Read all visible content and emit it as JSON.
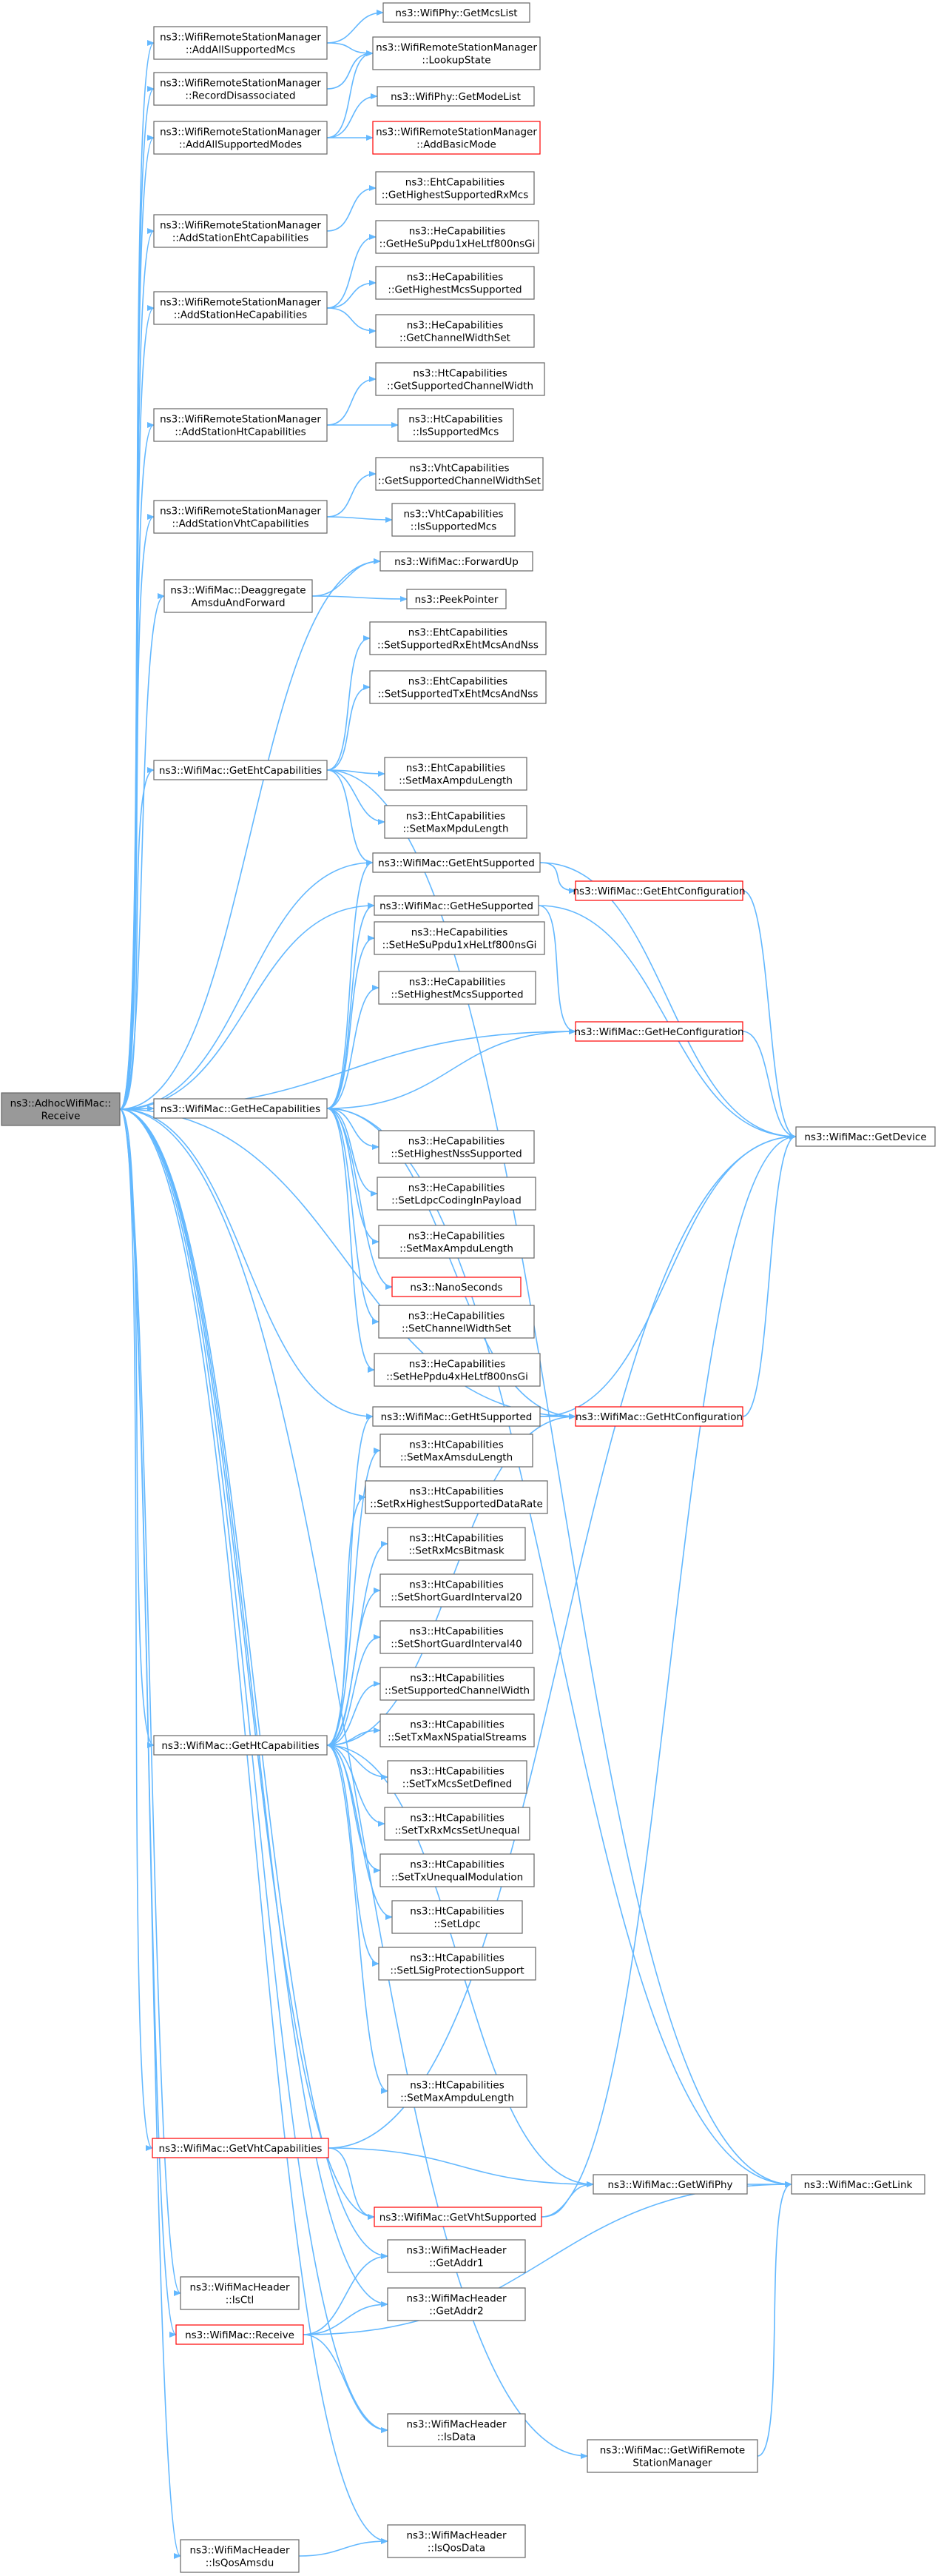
{
  "colors": {
    "edge": "#63b8ff",
    "text": "#000000",
    "text_red": "#000000",
    "border": "#666666",
    "border_red": "#ff0000",
    "root_fill": "#999999",
    "node_fill": "#ffffff"
  },
  "nodes": {
    "root": {
      "lines": [
        "ns3::AdhocWifiMac::",
        "Receive"
      ],
      "style": "root"
    },
    "n1": {
      "lines": [
        "ns3::WifiRemoteStationManager",
        "::AddAllSupportedMcs"
      ]
    },
    "n2": {
      "lines": [
        "ns3::WifiPhy::GetMcsList"
      ]
    },
    "n3": {
      "lines": [
        "ns3::WifiRemoteStationManager",
        "::LookupState"
      ]
    },
    "n4": {
      "lines": [
        "ns3::WifiRemoteStationManager",
        "::RecordDisassociated"
      ]
    },
    "n5": {
      "lines": [
        "ns3::WifiRemoteStationManager",
        "::AddAllSupportedModes"
      ]
    },
    "n6": {
      "lines": [
        "ns3::WifiPhy::GetModeList"
      ]
    },
    "n7": {
      "lines": [
        "ns3::WifiRemoteStationManager",
        "::AddBasicMode"
      ],
      "style": "red"
    },
    "n8": {
      "lines": [
        "ns3::WifiRemoteStationManager",
        "::AddStationEhtCapabilities"
      ]
    },
    "n9": {
      "lines": [
        "ns3::EhtCapabilities",
        "::GetHighestSupportedRxMcs"
      ]
    },
    "n10": {
      "lines": [
        "ns3::HeCapabilities",
        "::GetHeSuPpdu1xHeLtf800nsGi"
      ]
    },
    "n11": {
      "lines": [
        "ns3::WifiRemoteStationManager",
        "::AddStationHeCapabilities"
      ]
    },
    "n12": {
      "lines": [
        "ns3::HeCapabilities",
        "::GetHighestMcsSupported"
      ]
    },
    "n13": {
      "lines": [
        "ns3::HeCapabilities",
        "::GetChannelWidthSet"
      ]
    },
    "n14": {
      "lines": [
        "ns3::HtCapabilities",
        "::GetSupportedChannelWidth"
      ]
    },
    "n15": {
      "lines": [
        "ns3::WifiRemoteStationManager",
        "::AddStationHtCapabilities"
      ]
    },
    "n16": {
      "lines": [
        "ns3::HtCapabilities",
        "::IsSupportedMcs"
      ]
    },
    "n17": {
      "lines": [
        "ns3::VhtCapabilities",
        "::GetSupportedChannelWidthSet"
      ]
    },
    "n18": {
      "lines": [
        "ns3::WifiRemoteStationManager",
        "::AddStationVhtCapabilities"
      ]
    },
    "n19": {
      "lines": [
        "ns3::VhtCapabilities",
        "::IsSupportedMcs"
      ]
    },
    "n20": {
      "lines": [
        "ns3::WifiMac::ForwardUp"
      ]
    },
    "n21": {
      "lines": [
        "ns3::WifiMac::Deaggregate",
        "AmsduAndForward"
      ]
    },
    "n22": {
      "lines": [
        "ns3::PeekPointer"
      ]
    },
    "n23": {
      "lines": [
        "ns3::EhtCapabilities",
        "::SetSupportedRxEhtMcsAndNss"
      ]
    },
    "n24": {
      "lines": [
        "ns3::EhtCapabilities",
        "::SetSupportedTxEhtMcsAndNss"
      ]
    },
    "n25": {
      "lines": [
        "ns3::WifiMac::GetEhtCapabilities"
      ]
    },
    "n26": {
      "lines": [
        "ns3::EhtCapabilities",
        "::SetMaxAmpduLength"
      ]
    },
    "n27": {
      "lines": [
        "ns3::EhtCapabilities",
        "::SetMaxMpduLength"
      ]
    },
    "n28": {
      "lines": [
        "ns3::WifiMac::GetEhtSupported"
      ]
    },
    "n29": {
      "lines": [
        "ns3::WifiMac::GetEhtConfiguration"
      ],
      "style": "red"
    },
    "n30": {
      "lines": [
        "ns3::WifiMac::GetHeSupported"
      ]
    },
    "n31": {
      "lines": [
        "ns3::HeCapabilities",
        "::SetHeSuPpdu1xHeLtf800nsGi"
      ]
    },
    "n32": {
      "lines": [
        "ns3::HeCapabilities",
        "::SetHighestMcsSupported"
      ]
    },
    "n33": {
      "lines": [
        "ns3::WifiMac::GetHeConfiguration"
      ],
      "style": "red"
    },
    "n34": {
      "lines": [
        "ns3::WifiMac::GetHeCapabilities"
      ]
    },
    "n35": {
      "lines": [
        "ns3::WifiMac::GetDevice"
      ]
    },
    "n36": {
      "lines": [
        "ns3::HeCapabilities",
        "::SetHighestNssSupported"
      ]
    },
    "n37": {
      "lines": [
        "ns3::HeCapabilities",
        "::SetLdpcCodingInPayload"
      ]
    },
    "n38": {
      "lines": [
        "ns3::HeCapabilities",
        "::SetMaxAmpduLength"
      ]
    },
    "n39": {
      "lines": [
        "ns3::NanoSeconds"
      ],
      "style": "red"
    },
    "n40": {
      "lines": [
        "ns3::HeCapabilities",
        "::SetChannelWidthSet"
      ]
    },
    "n41": {
      "lines": [
        "ns3::HeCapabilities",
        "::SetHePpdu4xHeLtf800nsGi"
      ]
    },
    "n42": {
      "lines": [
        "ns3::WifiMac::GetHtSupported"
      ]
    },
    "n43": {
      "lines": [
        "ns3::WifiMac::GetHtConfiguration"
      ],
      "style": "red"
    },
    "n44": {
      "lines": [
        "ns3::HtCapabilities",
        "::SetMaxAmsduLength"
      ]
    },
    "n45": {
      "lines": [
        "ns3::HtCapabilities",
        "::SetRxHighestSupportedDataRate"
      ]
    },
    "n46": {
      "lines": [
        "ns3::HtCapabilities",
        "::SetRxMcsBitmask"
      ]
    },
    "n47": {
      "lines": [
        "ns3::HtCapabilities",
        "::SetShortGuardInterval20"
      ]
    },
    "n48": {
      "lines": [
        "ns3::HtCapabilities",
        "::SetShortGuardInterval40"
      ]
    },
    "n49": {
      "lines": [
        "ns3::HtCapabilities",
        "::SetSupportedChannelWidth"
      ]
    },
    "n50": {
      "lines": [
        "ns3::WifiMac::GetHtCapabilities"
      ]
    },
    "n51": {
      "lines": [
        "ns3::HtCapabilities",
        "::SetTxMaxNSpatialStreams"
      ]
    },
    "n52": {
      "lines": [
        "ns3::HtCapabilities",
        "::SetTxMcsSetDefined"
      ]
    },
    "n53": {
      "lines": [
        "ns3::HtCapabilities",
        "::SetTxRxMcsSetUnequal"
      ]
    },
    "n54": {
      "lines": [
        "ns3::HtCapabilities",
        "::SetTxUnequalModulation"
      ]
    },
    "n55": {
      "lines": [
        "ns3::HtCapabilities",
        "::SetLdpc"
      ]
    },
    "n56": {
      "lines": [
        "ns3::HtCapabilities",
        "::SetLSigProtectionSupport"
      ]
    },
    "n57": {
      "lines": [
        "ns3::HtCapabilities",
        "::SetMaxAmpduLength"
      ]
    },
    "n58": {
      "lines": [
        "ns3::WifiMac::GetVhtCapabilities"
      ],
      "style": "red"
    },
    "n59": {
      "lines": [
        "ns3::WifiMac::GetWifiPhy"
      ]
    },
    "n60": {
      "lines": [
        "ns3::WifiMac::GetLink"
      ]
    },
    "n61": {
      "lines": [
        "ns3::WifiMac::GetVhtSupported"
      ],
      "style": "red"
    },
    "n62": {
      "lines": [
        "ns3::WifiMacHeader",
        "::GetAddr1"
      ]
    },
    "n63": {
      "lines": [
        "ns3::WifiMacHeader",
        "::IsCtl"
      ]
    },
    "n64": {
      "lines": [
        "ns3::WifiMacHeader",
        "::GetAddr2"
      ]
    },
    "n65": {
      "lines": [
        "ns3::WifiMac::Receive"
      ],
      "style": "red"
    },
    "n66": {
      "lines": [
        "ns3::WifiMacHeader",
        "::IsData"
      ]
    },
    "n67": {
      "lines": [
        "ns3::WifiMac::GetWifiRemote",
        "StationManager"
      ]
    },
    "n68": {
      "lines": [
        "ns3::WifiMacHeader",
        "::IsQosData"
      ]
    },
    "n69": {
      "lines": [
        "ns3::WifiMacHeader",
        "::IsQosAmsdu"
      ]
    }
  },
  "edges": [
    [
      "root",
      "n1"
    ],
    [
      "root",
      "n4"
    ],
    [
      "root",
      "n5"
    ],
    [
      "root",
      "n8"
    ],
    [
      "root",
      "n11"
    ],
    [
      "root",
      "n15"
    ],
    [
      "root",
      "n18"
    ],
    [
      "root",
      "n20"
    ],
    [
      "root",
      "n21"
    ],
    [
      "root",
      "n25"
    ],
    [
      "root",
      "n28"
    ],
    [
      "root",
      "n30"
    ],
    [
      "root",
      "n33"
    ],
    [
      "root",
      "n34"
    ],
    [
      "root",
      "n42"
    ],
    [
      "root",
      "n43"
    ],
    [
      "root",
      "n50"
    ],
    [
      "root",
      "n58"
    ],
    [
      "root",
      "n61"
    ],
    [
      "root",
      "n62"
    ],
    [
      "root",
      "n63"
    ],
    [
      "root",
      "n64"
    ],
    [
      "root",
      "n65"
    ],
    [
      "root",
      "n66"
    ],
    [
      "root",
      "n67"
    ],
    [
      "root",
      "n68"
    ],
    [
      "root",
      "n69"
    ],
    [
      "n1",
      "n2"
    ],
    [
      "n1",
      "n3"
    ],
    [
      "n4",
      "n3"
    ],
    [
      "n5",
      "n6"
    ],
    [
      "n5",
      "n3"
    ],
    [
      "n5",
      "n7"
    ],
    [
      "n8",
      "n9"
    ],
    [
      "n11",
      "n10"
    ],
    [
      "n11",
      "n12"
    ],
    [
      "n11",
      "n13"
    ],
    [
      "n15",
      "n14"
    ],
    [
      "n15",
      "n16"
    ],
    [
      "n18",
      "n17"
    ],
    [
      "n18",
      "n19"
    ],
    [
      "n21",
      "n20"
    ],
    [
      "n21",
      "n22"
    ],
    [
      "n25",
      "n23"
    ],
    [
      "n25",
      "n24"
    ],
    [
      "n25",
      "n26"
    ],
    [
      "n25",
      "n27"
    ],
    [
      "n25",
      "n28"
    ],
    [
      "n25",
      "n60"
    ],
    [
      "n28",
      "n29"
    ],
    [
      "n28",
      "n35"
    ],
    [
      "n29",
      "n35"
    ],
    [
      "n30",
      "n33"
    ],
    [
      "n30",
      "n35"
    ],
    [
      "n33",
      "n35"
    ],
    [
      "n34",
      "n28"
    ],
    [
      "n34",
      "n30"
    ],
    [
      "n34",
      "n31"
    ],
    [
      "n34",
      "n32"
    ],
    [
      "n34",
      "n33"
    ],
    [
      "n34",
      "n36"
    ],
    [
      "n34",
      "n37"
    ],
    [
      "n34",
      "n38"
    ],
    [
      "n34",
      "n39"
    ],
    [
      "n34",
      "n40"
    ],
    [
      "n34",
      "n41"
    ],
    [
      "n34",
      "n43"
    ],
    [
      "n34",
      "n60"
    ],
    [
      "n42",
      "n43"
    ],
    [
      "n42",
      "n35"
    ],
    [
      "n43",
      "n35"
    ],
    [
      "n50",
      "n42"
    ],
    [
      "n50",
      "n43"
    ],
    [
      "n50",
      "n44"
    ],
    [
      "n50",
      "n45"
    ],
    [
      "n50",
      "n46"
    ],
    [
      "n50",
      "n47"
    ],
    [
      "n50",
      "n48"
    ],
    [
      "n50",
      "n49"
    ],
    [
      "n50",
      "n51"
    ],
    [
      "n50",
      "n52"
    ],
    [
      "n50",
      "n53"
    ],
    [
      "n50",
      "n54"
    ],
    [
      "n50",
      "n55"
    ],
    [
      "n50",
      "n56"
    ],
    [
      "n50",
      "n57"
    ],
    [
      "n50",
      "n59"
    ],
    [
      "n58",
      "n59"
    ],
    [
      "n58",
      "n61"
    ],
    [
      "n58",
      "n35"
    ],
    [
      "n61",
      "n59"
    ],
    [
      "n61",
      "n35"
    ],
    [
      "n59",
      "n60"
    ],
    [
      "n65",
      "n62"
    ],
    [
      "n65",
      "n64"
    ],
    [
      "n65",
      "n66"
    ],
    [
      "n65",
      "n60"
    ],
    [
      "n67",
      "n60"
    ],
    [
      "n69",
      "n68"
    ]
  ]
}
